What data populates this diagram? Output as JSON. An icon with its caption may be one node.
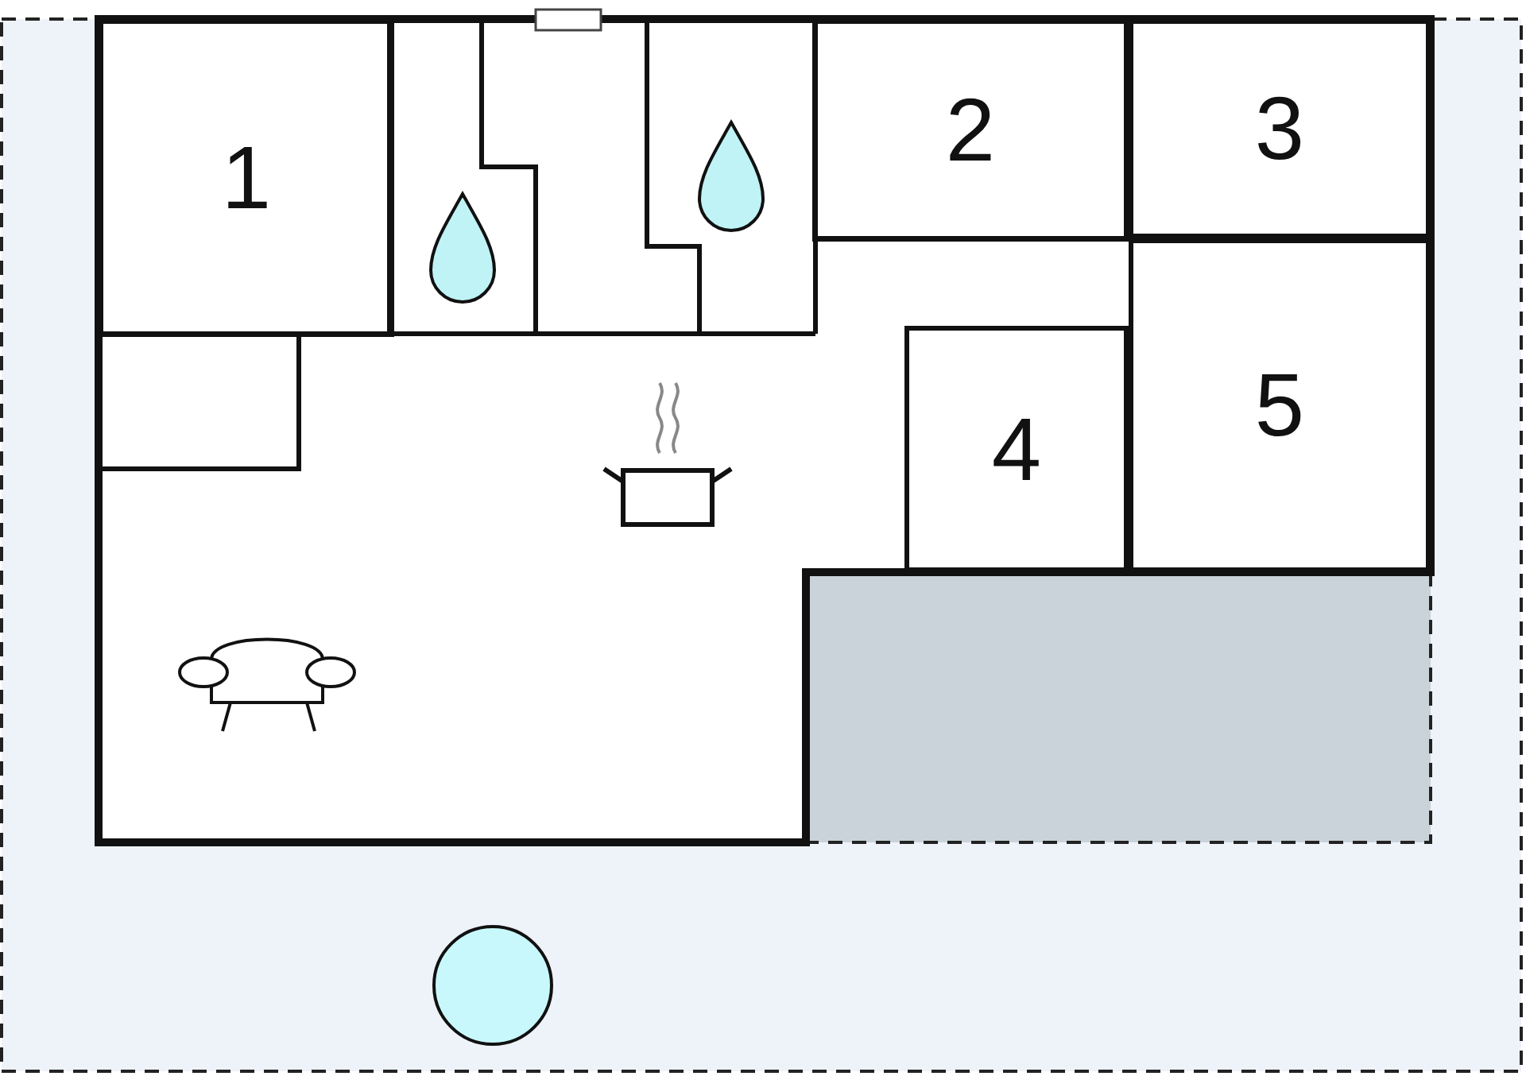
{
  "diagram": {
    "nodes": [
      {
        "text": [
          "1"
        ]
      },
      {
        "text": [
          "2"
        ]
      },
      {
        "text": [
          "3"
        ]
      },
      {
        "text": [
          "4"
        ]
      },
      {
        "text": [
          "5"
        ]
      },
      {
        "text": [],
        "shape": "circle"
      }
    ]
  }
}
